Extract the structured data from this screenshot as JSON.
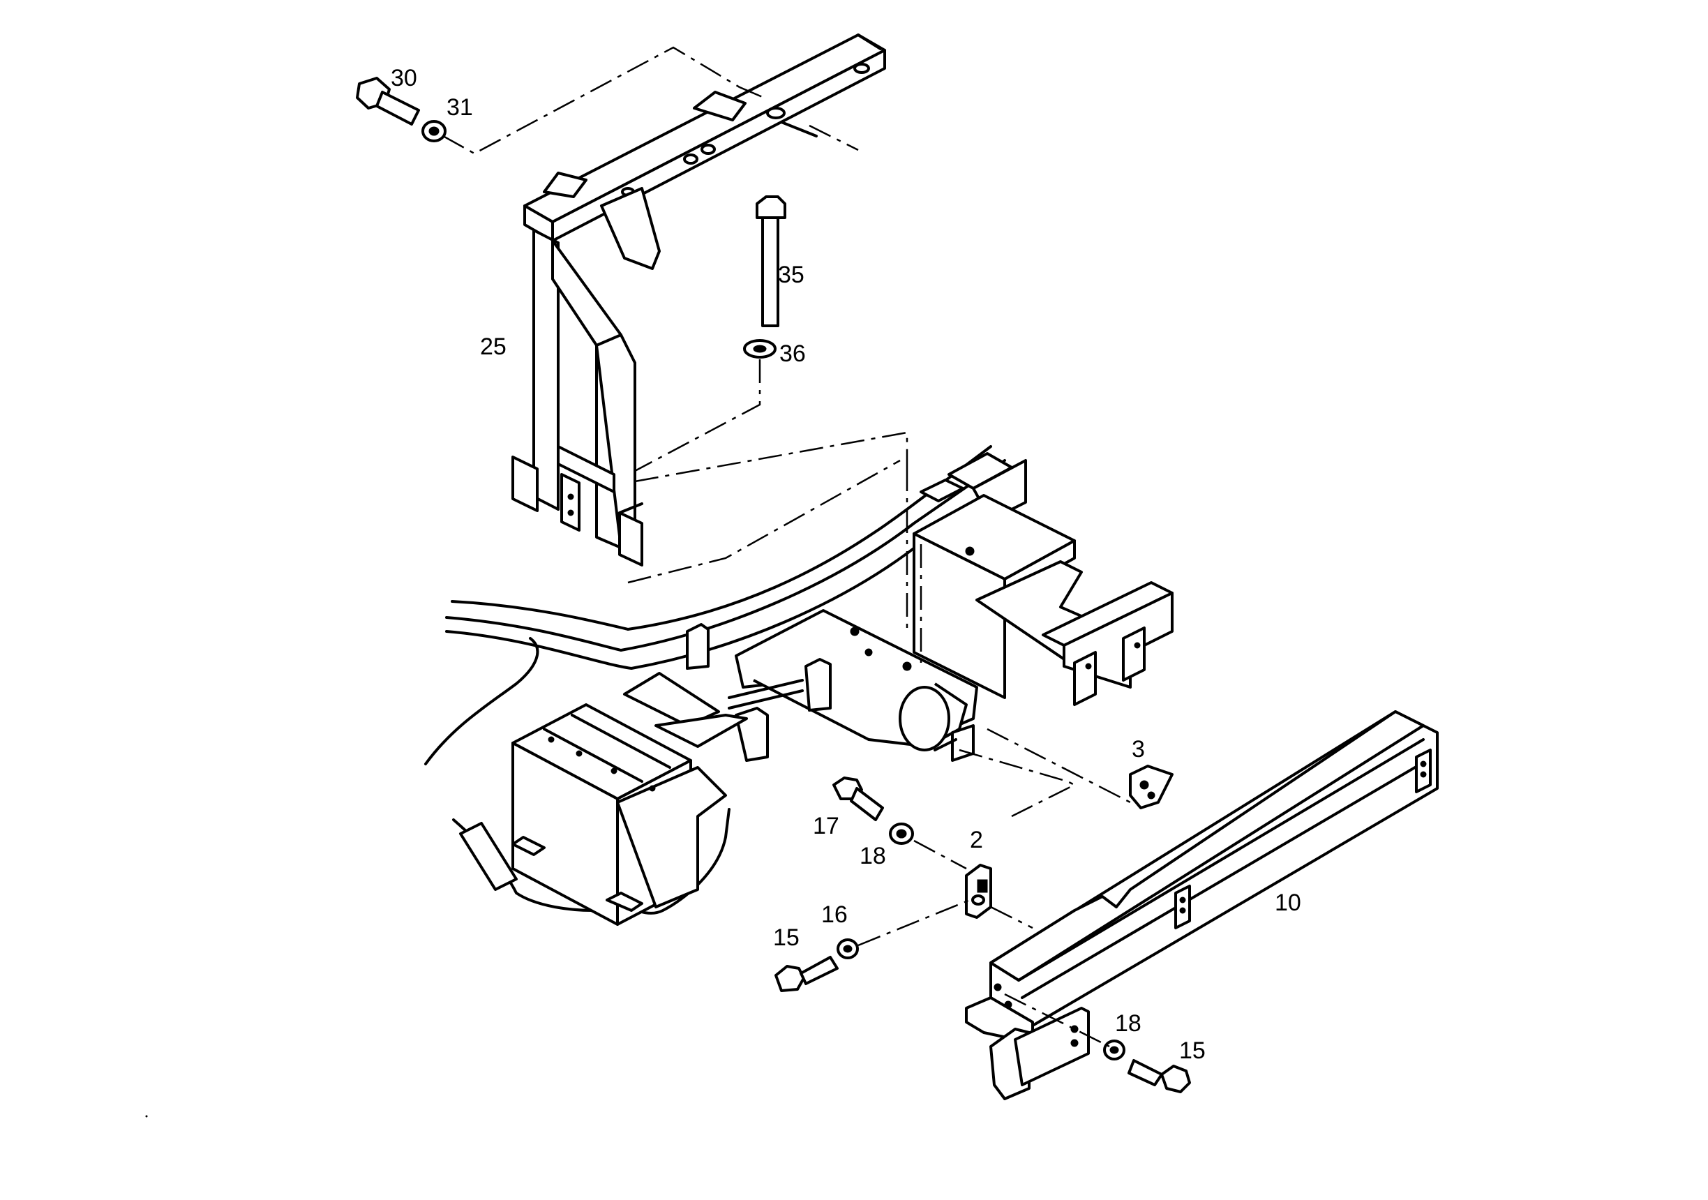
{
  "callouts": {
    "c30": "30",
    "c31": "31",
    "c35": "35",
    "c36": "36",
    "c25": "25",
    "c3": "3",
    "c17": "17",
    "c18a": "18",
    "c2": "2",
    "c10": "10",
    "c16": "16",
    "c15a": "15",
    "c18b": "18",
    "c15b": "15"
  }
}
